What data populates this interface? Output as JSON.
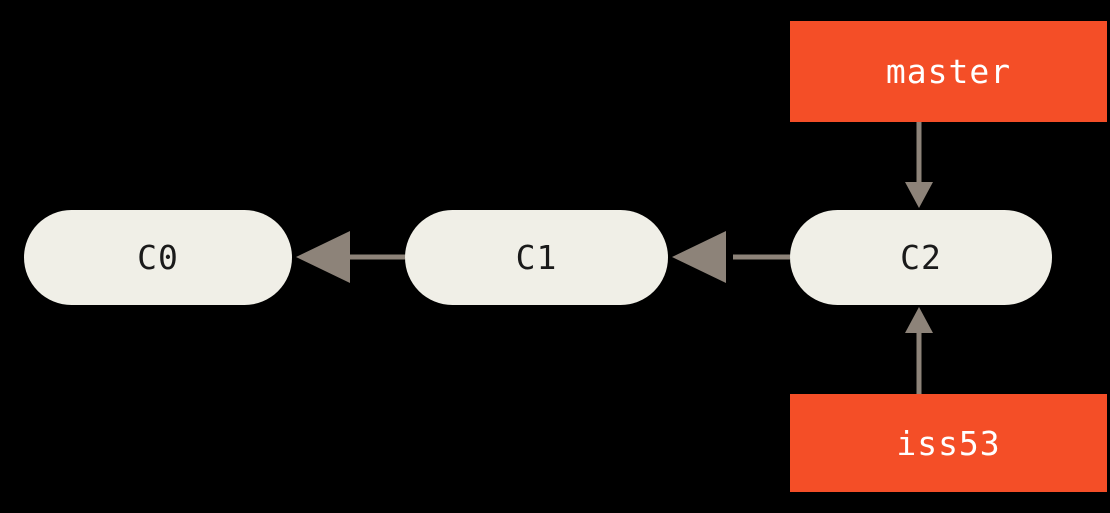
{
  "diagram": {
    "title": "git-branch-history",
    "background_color": "#000000",
    "commit_fill": "#F0EFE7",
    "commit_text_color": "#1a1a1a",
    "branch_fill": "#F44E27",
    "branch_text_color": "#FFFFFF",
    "arrow_color": "#8D8379",
    "commits": [
      {
        "id": "C0",
        "label": "C0"
      },
      {
        "id": "C1",
        "label": "C1"
      },
      {
        "id": "C2",
        "label": "C2"
      }
    ],
    "branches": [
      {
        "id": "master",
        "label": "master",
        "points_to": "C2"
      },
      {
        "id": "iss53",
        "label": "iss53",
        "points_to": "C2"
      }
    ],
    "edges": [
      {
        "from": "C1",
        "to": "C0"
      },
      {
        "from": "C2",
        "to": "C1"
      },
      {
        "from": "master",
        "to": "C2"
      },
      {
        "from": "iss53",
        "to": "C2"
      }
    ]
  }
}
